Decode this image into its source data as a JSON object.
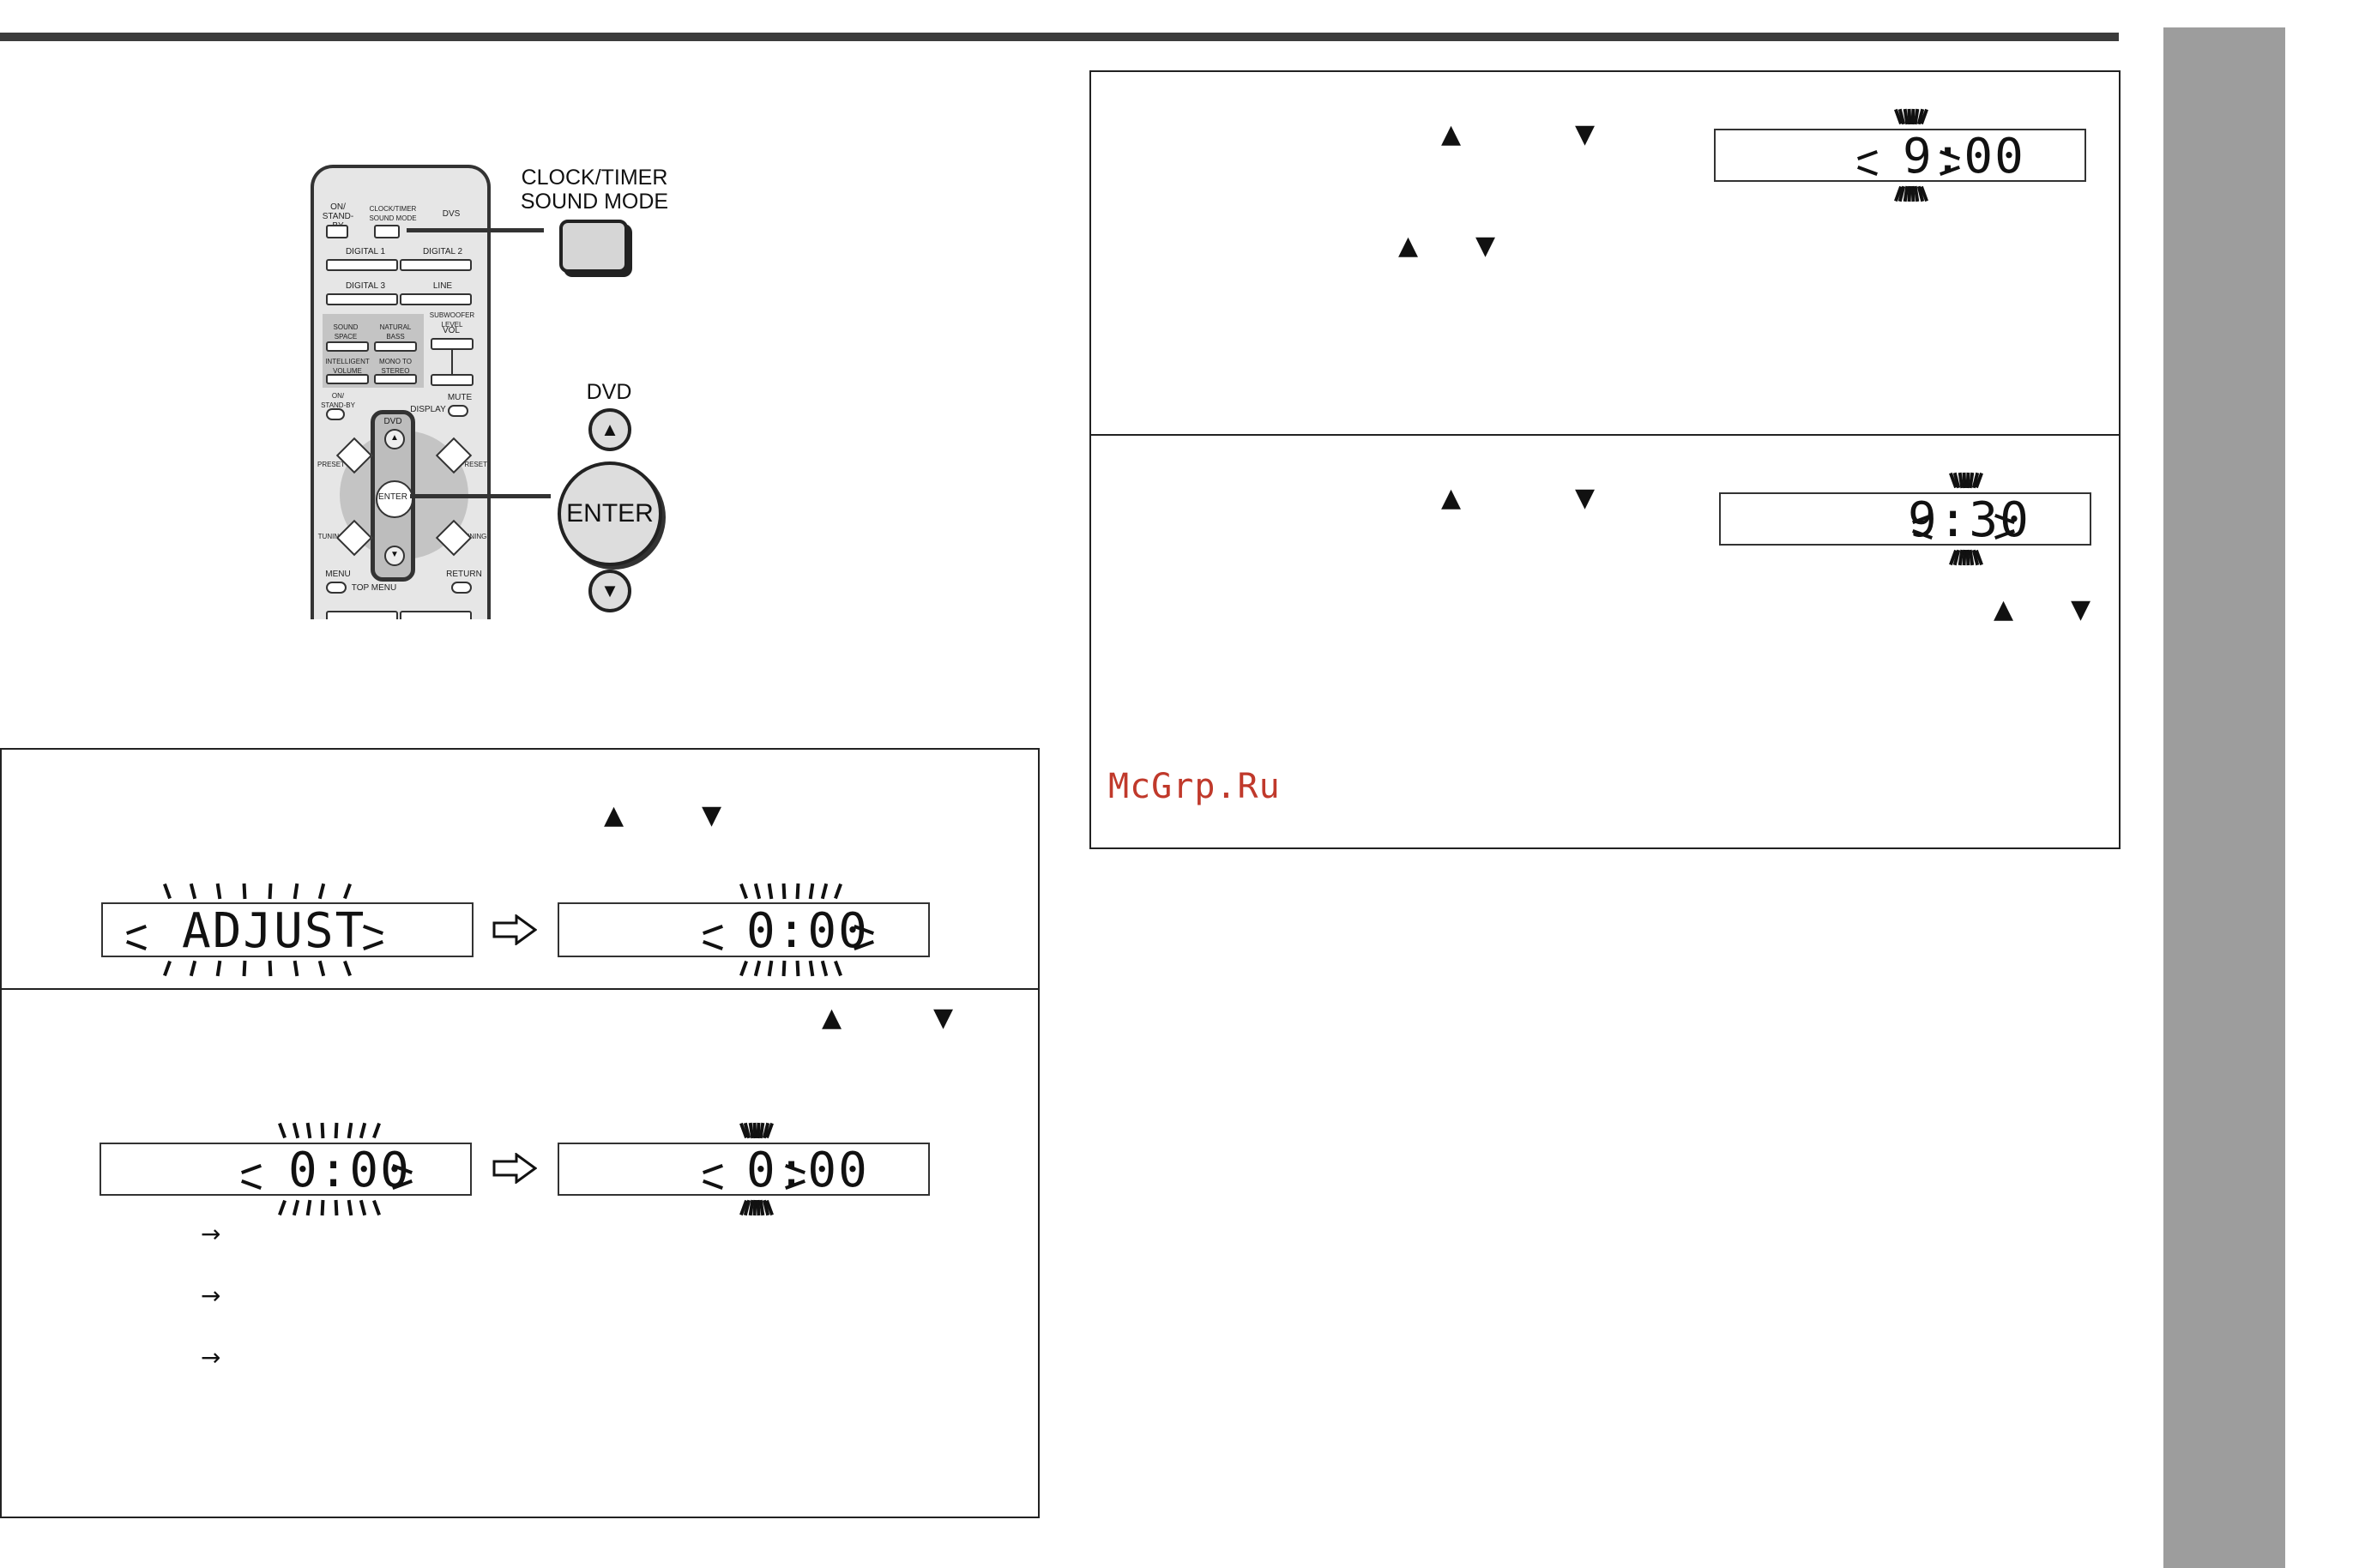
{
  "remote": {
    "callout_clock_timer": "CLOCK/TIMER",
    "callout_sound_mode": "SOUND MODE",
    "callout_dvd": "DVD",
    "callout_enter": "ENTER",
    "labels": {
      "on_standby": "ON/\nSTAND-BY",
      "clock_timer_small": "CLOCK/TIMER\nSOUND MODE",
      "dvs": "DVS",
      "digital1": "DIGITAL 1",
      "digital2": "DIGITAL 2",
      "digital3": "DIGITAL 3",
      "line": "LINE",
      "sound_space": "SOUND\nSPACE",
      "natural_bass": "NATURAL\nBASS",
      "subwoofer_level": "SUBWOOFER\nLEVEL",
      "vol": "VOL",
      "intelligent_volume": "INTELLIGENT\nVOLUME",
      "mono_to_stereo": "MONO TO\nSTEREO",
      "on_standby2": "ON/\nSTAND-BY",
      "mute": "MUTE",
      "display": "DISPLAY",
      "dvd_small": "DVD",
      "preset_l": "PRESET",
      "preset_r": "PRESET",
      "enter_small": "ENTER",
      "tuning_l": "TUNING",
      "tuning_r": "TUNING",
      "menu": "MENU",
      "return": "RETURN",
      "top_menu": "TOP MENU"
    }
  },
  "step_boxes": {
    "box1": {
      "up": "▲",
      "down": "▼",
      "lcd_a": "ADJUST",
      "lcd_b": "0:00"
    },
    "box2": {
      "up": "▲",
      "down": "▼",
      "lcd_a": "0:00",
      "lcd_b": "0:00",
      "arrows": [
        "→",
        "→",
        "→"
      ]
    },
    "box3": {
      "up": "▲",
      "down": "▼",
      "up2": "▲",
      "down2": "▼",
      "lcd": "9:00"
    },
    "box4": {
      "up": "▲",
      "down": "▼",
      "up2": "▲",
      "down2": "▼",
      "lcd": "9:30"
    }
  },
  "watermark": "McGrp.Ru"
}
